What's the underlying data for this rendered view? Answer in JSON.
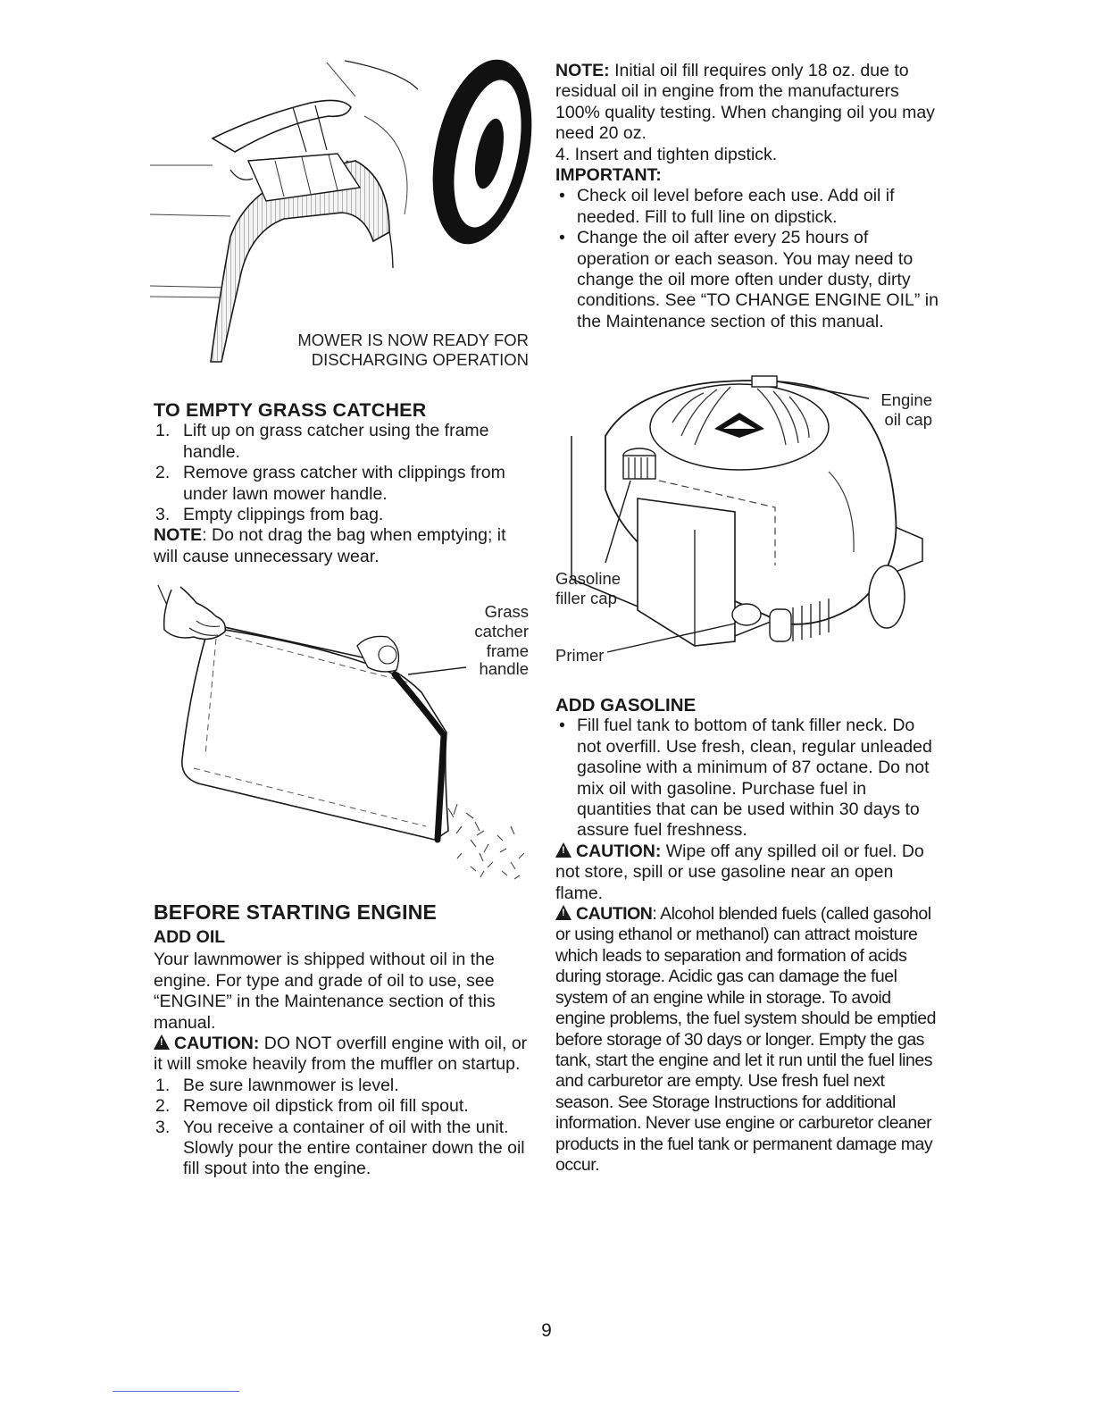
{
  "figures": {
    "mower_caption_line1": "MOWER IS NOW READY FOR",
    "mower_caption_line2": "DISCHARGING OPERATION",
    "catcher_label_lines": [
      "Grass",
      "catcher",
      "frame",
      "handle"
    ],
    "engine_oil_cap_lines": [
      "Engine",
      "oil cap"
    ],
    "gasoline_cap_lines": [
      "Gasoline",
      "filler cap"
    ],
    "primer_label": "Primer"
  },
  "left": {
    "empty_title": "TO EMPTY GRASS CATCHER",
    "empty_steps": [
      {
        "n": "1.",
        "text": "Lift up on grass catcher using the frame handle."
      },
      {
        "n": "2.",
        "text": "Remove grass catcher with clippings from under lawn mower handle."
      },
      {
        "n": "3.",
        "text": "Empty clippings from bag."
      }
    ],
    "empty_note_label": "NOTE",
    "empty_note_text": ": Do not drag the bag when emptying; it will cause unnecessary wear.",
    "before_title": "BEFORE STARTING ENGINE",
    "add_oil_title": "ADD OIL",
    "add_oil_para": "Your lawnmower is shipped without oil in the engine. For type and grade of oil to use, see “ENGINE” in the Maintenance section of this manual.",
    "caution_label": "CAUTION:",
    "caution_text": " DO NOT overfill engine with oil, or it will smoke heavily from the muffler on startup.",
    "oil_steps": [
      {
        "n": "1.",
        "text": "Be sure lawnmower is level."
      },
      {
        "n": "2.",
        "text": "Remove oil dipstick from oil fill spout."
      },
      {
        "n": "3.",
        "text": "You receive a container of oil with the unit. Slowly pour the entire container down the oil fill spout into the engine."
      }
    ]
  },
  "right": {
    "note_label": "NOTE:",
    "note_text": " Initial oil fill requires only 18 oz. due to residual oil in engine from the manufacturers 100% quality testing. When changing oil you may need 20 oz.",
    "step4": "4. Insert and tighten dipstick.",
    "important_label": "IMPORTANT:",
    "important_items": [
      "Check oil level before each use. Add oil if needed. Fill to full line on dipstick.",
      "Change the oil after every 25 hours of operation or each season. You may need to change the oil more often under dusty, dirty conditions. See “TO CHANGE ENGINE OIL” in the Maintenance section of this manual."
    ],
    "gas_title": "ADD GASOLINE",
    "gas_items": [
      "Fill fuel tank to bottom of tank filler neck. Do not overfill. Use fresh, clean, regular unleaded gasoline with a minimum of 87 octane. Do not mix oil with gasoline. Purchase fuel in quantities that can be used within 30 days to assure fuel freshness."
    ],
    "caution1_label": "CAUTION:",
    "caution1_text": " Wipe off any spilled oil or fuel. Do not store, spill or use gasoline near an open flame.",
    "caution2_label": "CAUTION",
    "caution2_text": ": Alcohol blended fuels (called gasohol or using ethanol or methanol) can attract moisture which leads to separation and formation of acids during storage. Acidic gas can damage the fuel system of an engine while in storage. To avoid engine problems, the fuel system should be emptied before storage of 30 days or longer. Empty the gas tank, start the engine and let it run until the fuel lines and carburetor are empty. Use fresh fuel next season. See Storage Instructions for additional information. Never use engine or carburetor cleaner products in the fuel tank or permanent damage may occur."
  },
  "page_number": "9"
}
